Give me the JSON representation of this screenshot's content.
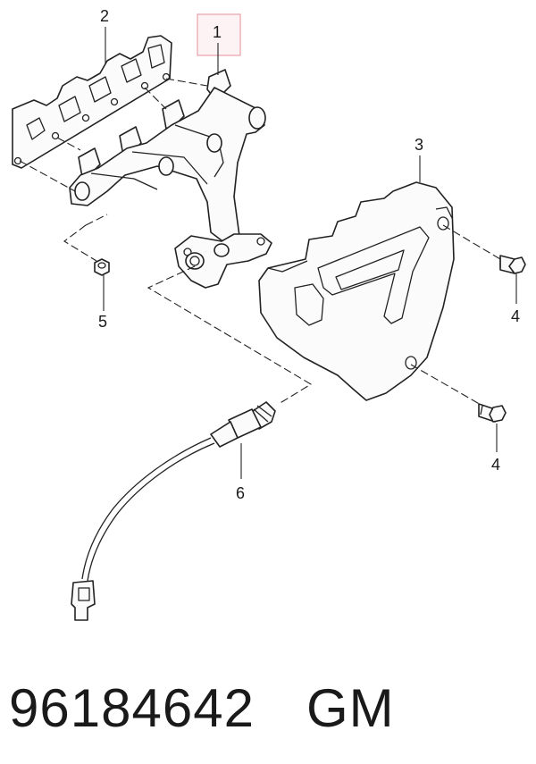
{
  "callouts": {
    "manifold": "1",
    "gasket": "2",
    "heat_shield": "3",
    "bolt_upper": "4",
    "bolt_lower": "4",
    "nut": "5",
    "oxygen_sensor": "6"
  },
  "highlight_color": "#e8a0a8",
  "footer": {
    "part_number": "96184642",
    "brand": "GM"
  }
}
